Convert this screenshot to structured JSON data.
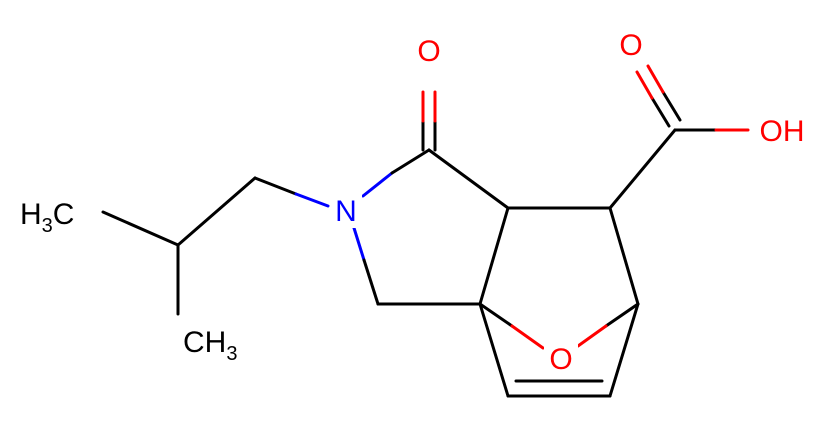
{
  "molecule": {
    "atoms": {
      "carbonyl_oxygen": "O",
      "acid_oxygen": "O",
      "hydroxyl": "OH",
      "nitrogen": "N",
      "bridge_oxygen": "O",
      "methyl_top": {
        "main": "H",
        "sub": "3",
        "tail": "C"
      },
      "methyl_bottom": {
        "main": "CH",
        "sub": "3"
      }
    },
    "colors": {
      "carbon_bond": "#000000",
      "oxygen": "#ff0000",
      "nitrogen": "#0000ff",
      "carbon_label": "#000000"
    }
  }
}
